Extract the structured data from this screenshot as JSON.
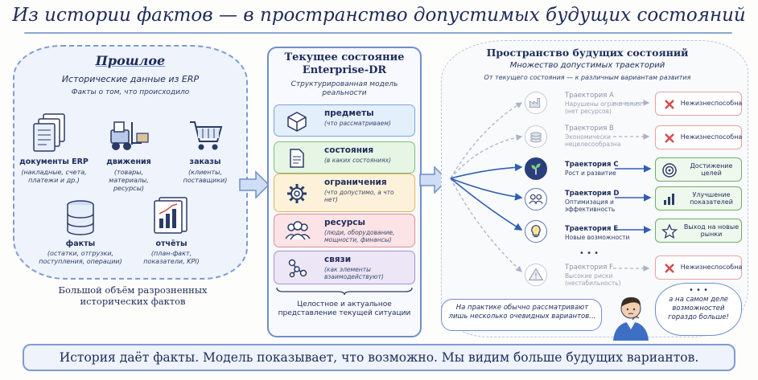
{
  "title": "Из истории фактов — в пространство допустимых будущих состояний",
  "past": {
    "title": "Прошлое",
    "subtitle": "Исторические данные из ERP",
    "note": "Факты о том, что происходило",
    "items": [
      {
        "label": "документы ERP",
        "desc": "(накладные, счета, платежи и др.)"
      },
      {
        "label": "движения",
        "desc": "(товары, материалы, ресурсы)"
      },
      {
        "label": "заказы",
        "desc": "(клиенты, поставщики)"
      },
      {
        "label": "факты",
        "desc": "(остатки, отгрузки, поступления, операции)"
      },
      {
        "label": "отчёты",
        "desc": "(план-факт, показатели, KPI)"
      }
    ],
    "footer": "Большой объём разрозненных исторических фактов"
  },
  "present": {
    "title_line1": "Текущее состояние",
    "title_line2": "Enterprise-DR",
    "subtitle": "Структурированная модель реальности",
    "items": [
      {
        "name": "предметы",
        "desc": "(что рассматриваем)",
        "bg": "#e4effc",
        "border": "#7da3dd"
      },
      {
        "name": "состояния",
        "desc": "(в каких состояниях)",
        "bg": "#e6f5e4",
        "border": "#7fbf7a"
      },
      {
        "name": "ограничения",
        "desc": "(что допустимо, а что нет)",
        "bg": "#fdf1d9",
        "border": "#e2b45a"
      },
      {
        "name": "ресурсы",
        "desc": "(люди, оборудование, мощности, финансы)",
        "bg": "#fbe3e6",
        "border": "#df8e98"
      },
      {
        "name": "связи",
        "desc": "(как элементы взаимодействуют)",
        "bg": "#ece6f7",
        "border": "#a592d2"
      }
    ],
    "footer": "Целостное и актуальное представление текущей ситуации"
  },
  "future": {
    "title": "Пространство будущих состояний",
    "subtitle": "Множество допустимых траекторий",
    "note": "От текущего состояния — к различным вариантам развития",
    "trajectories": [
      {
        "name": "Траектория A",
        "desc": "Нарушены ограничения (нет ресурсов)",
        "outcome": "Нежизнеспособна",
        "ok": false
      },
      {
        "name": "Траектория B",
        "desc": "Экономически нецелесообразна",
        "outcome": "Нежизнеспособна",
        "ok": false
      },
      {
        "name": "Траектория C",
        "desc": "Рост и развитие",
        "outcome": "Достижение целей",
        "ok": true
      },
      {
        "name": "Траектория D",
        "desc": "Оптимизация и эффективность",
        "outcome": "Улучшение показателей",
        "ok": true
      },
      {
        "name": "Траектория E",
        "desc": "Новые возможности",
        "outcome": "Выход на новые рынки",
        "ok": true
      },
      {
        "name": "Траектория F",
        "desc": "Высокие риски (нестабильность)",
        "outcome": "Нежизнеспособна",
        "ok": false
      }
    ],
    "dots": "• • •",
    "bubble_left": "На практике обычно рассматривают лишь несколько очевидных вариантов...",
    "bubble_right_dots": "• • •",
    "bubble_right": "а на самом деле возможностей гораздо больше!"
  },
  "bottom": "История даёт факты. Модель показывает, что возможно. Мы видим больше будущих вариантов.",
  "colors": {
    "accent": "#7f9bd0",
    "good": "#3f8a3b",
    "bad": "#d94a4a"
  }
}
